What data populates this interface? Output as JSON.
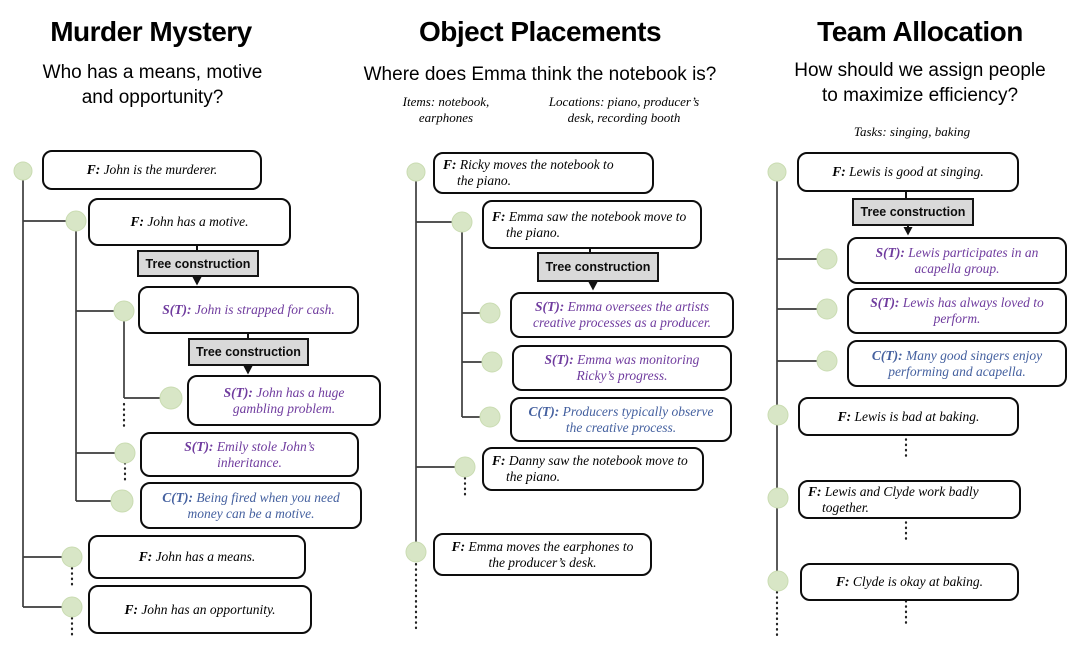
{
  "figure": {
    "tree_label": "Tree construction",
    "columns": [
      {
        "title": "Murder Mystery",
        "question": [
          "Who has a means, motive",
          "and opportunity?"
        ],
        "annotations": [],
        "nodes": [
          {
            "prefix": "F:",
            "text": "John is the murderer."
          },
          {
            "prefix": "F:",
            "text": "John has a motive."
          },
          {
            "prefix": "S(T):",
            "text": "John is strapped for cash."
          },
          {
            "prefix": "S(T):",
            "text": "John has a huge gambling problem."
          },
          {
            "prefix": "S(T):",
            "text": "Emily stole John’s inheritance."
          },
          {
            "prefix": "C(T):",
            "text": "Being fired when you need money can be a motive."
          },
          {
            "prefix": "F:",
            "text": "John has a means."
          },
          {
            "prefix": "F:",
            "text": "John has an opportunity."
          }
        ]
      },
      {
        "title": "Object Placements",
        "question": [
          "Where does Emma think the notebook is?"
        ],
        "annotations": [
          {
            "lines": [
              "Items: notebook,",
              "earphones"
            ]
          },
          {
            "lines": [
              "Locations: piano, producer’s",
              "desk, recording booth"
            ]
          }
        ],
        "nodes": [
          {
            "prefix": "F:",
            "text": "Ricky moves the notebook to the piano."
          },
          {
            "prefix": "F:",
            "text": "Emma saw the notebook move to the piano."
          },
          {
            "prefix": "S(T):",
            "text": "Emma oversees the artists creative processes as a producer."
          },
          {
            "prefix": "S(T):",
            "text": "Emma was monitoring Ricky’s progress."
          },
          {
            "prefix": "C(T):",
            "text": "Producers typically observe the creative process."
          },
          {
            "prefix": "F:",
            "text": "Danny saw the notebook move to the piano."
          },
          {
            "prefix": "F:",
            "text": "Emma moves the earphones to the producer’s desk."
          }
        ]
      },
      {
        "title": "Team Allocation",
        "question": [
          "How should we assign people",
          "to maximize efficiency?"
        ],
        "annotations": [
          {
            "lines": [
              "Tasks: singing, baking"
            ]
          }
        ],
        "nodes": [
          {
            "prefix": "F:",
            "text": "Lewis is good at singing."
          },
          {
            "prefix": "S(T):",
            "text": "Lewis participates in an acapella group."
          },
          {
            "prefix": "S(T):",
            "text": "Lewis has always loved to perform."
          },
          {
            "prefix": "C(T):",
            "text": "Many good singers enjoy performing and acapella."
          },
          {
            "prefix": "F:",
            "text": "Lewis is bad at baking."
          },
          {
            "prefix": "F:",
            "text": "Lewis and Clyde work badly together."
          },
          {
            "prefix": "F:",
            "text": "Clyde is okay at baking."
          }
        ]
      }
    ]
  }
}
